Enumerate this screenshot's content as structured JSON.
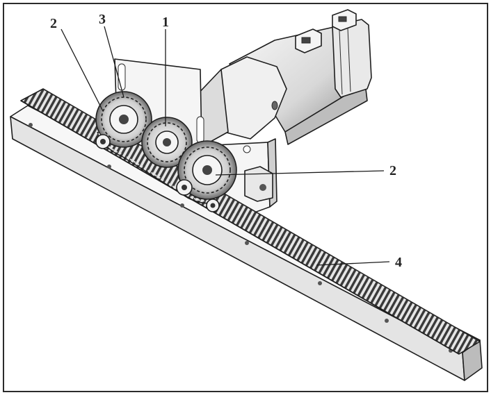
{
  "figure": {
    "callouts": [
      {
        "id": "c1",
        "text": "2"
      },
      {
        "id": "c2",
        "text": "3"
      },
      {
        "id": "c3",
        "text": "1"
      },
      {
        "id": "c4",
        "text": "2"
      },
      {
        "id": "c5",
        "text": "4"
      }
    ]
  },
  "colors": {
    "ink": "#1e1e1e",
    "face_light": "#f2f2f2",
    "face_mid": "#d9d9d9",
    "face_dark": "#9a9a9a",
    "border": "#2b2b2b"
  }
}
